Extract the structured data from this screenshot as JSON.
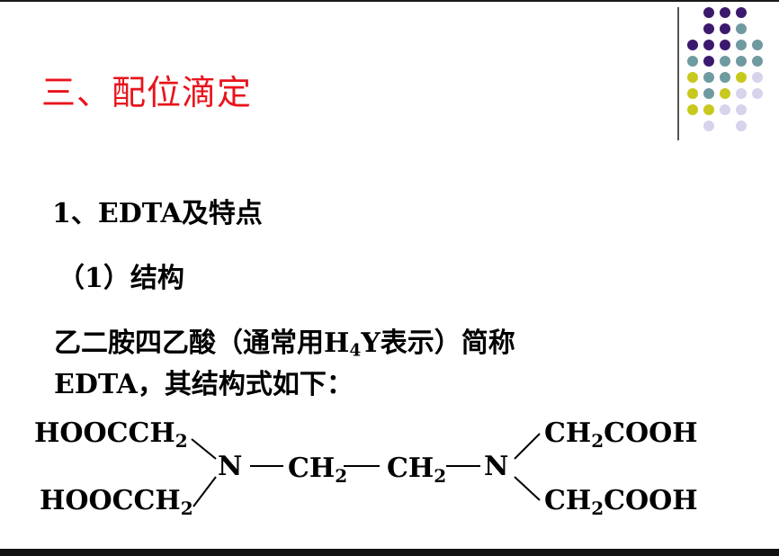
{
  "slide": {
    "title": "三、配位滴定",
    "section": "1、EDTA及特点",
    "subsection": "（1）结构",
    "desc_part1": "乙二胺四乙酸（通常用H",
    "desc_sub": "4",
    "desc_part2": "Y表示）简称",
    "desc_line2": "EDTA，其结构式如下："
  },
  "formula": {
    "left_top": "HOOCCH",
    "left_bottom": "HOOCCH",
    "sub2": "2",
    "n_left": "N",
    "ch2_a": "CH",
    "ch2_b": "CH",
    "n_right": "N",
    "right_top_pre": "CH",
    "right_top_post": "COOH",
    "right_bottom_pre": "CH",
    "right_bottom_post": "COOH"
  },
  "colors": {
    "title": "#e8141b",
    "dot_purple": "#3b1a6e",
    "dot_teal": "#6f9aa0",
    "dot_yellow": "#c8c81e",
    "dot_lavender": "#d6d3ec"
  },
  "decoration": [
    "dot-grid",
    "vertical-rule"
  ]
}
